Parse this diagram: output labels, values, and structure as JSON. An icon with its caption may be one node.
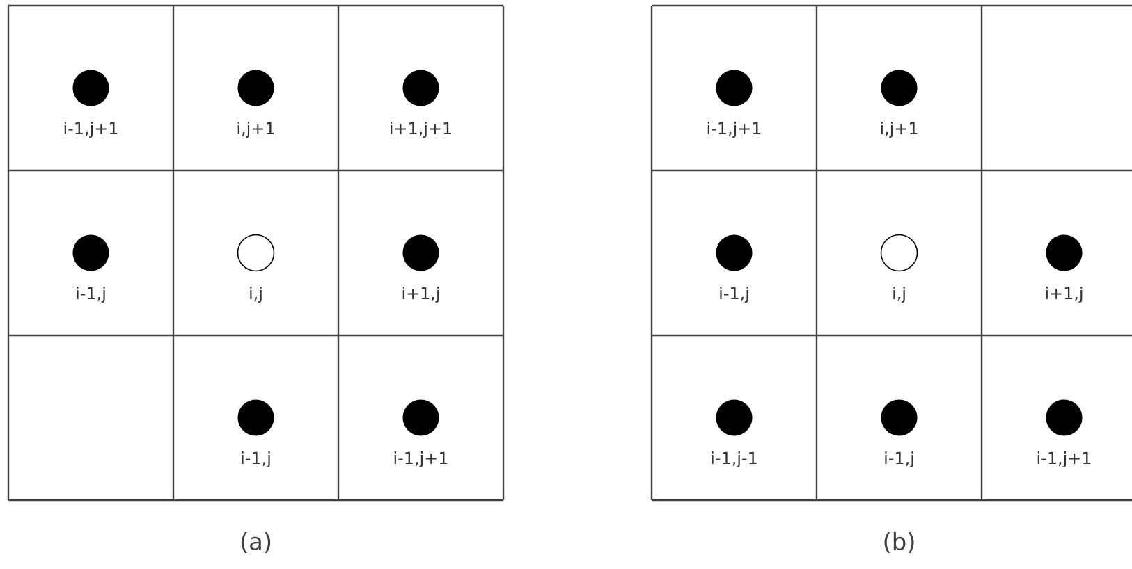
{
  "diagram": {
    "labels": [
      "i-1,j+1",
      "i,j+1",
      "i+1,j+1",
      "i-1,j",
      "i,j",
      "i+1,j",
      "i-1,j",
      "i-1,j+1",
      "(a)",
      "i-1,j+1",
      "i,j+1",
      "i-1,j",
      "i,j",
      "i+1,j",
      "i-1,j-1",
      "i-1,j",
      "i-1,j+1",
      "(b)"
    ]
  }
}
